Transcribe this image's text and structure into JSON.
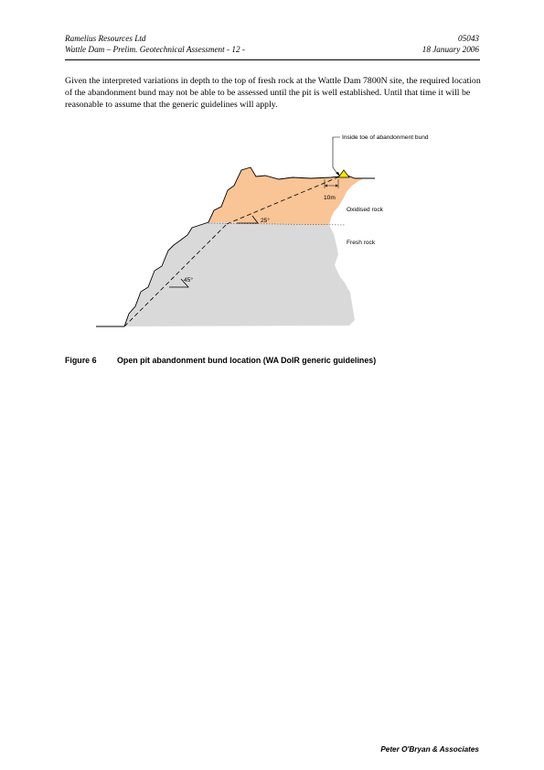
{
  "header": {
    "company": "Ramelius Resources Ltd",
    "document_title": "Wattle Dam – Prelim. Geotechnical Assessment  - 12 -",
    "report_number": "05043",
    "date": "18 January 2006"
  },
  "body": {
    "paragraph": "Given the interpreted variations in depth to the top of fresh rock at the Wattle Dam 7800N site, the required location of the abandonment bund may not be able to be assessed until the pit is well established.  Until that time it will be reasonable to assume that the generic guidelines will apply."
  },
  "figure": {
    "labels": {
      "bund_callout": "Inside toe of abandonment bund",
      "distance": "10m",
      "oxidised": "Oxidised rock",
      "fresh": "Fresh rock",
      "angle_oxidised": "25°",
      "angle_fresh": "45°"
    },
    "colors": {
      "oxidised_rock": "#f9c496",
      "fresh_rock": "#d9d9d9",
      "bund_marker": "#ffe600"
    },
    "caption_number": "Figure 6",
    "caption_text": "Open pit abandonment bund location (WA DoIR generic guidelines)"
  },
  "footer": {
    "firm": "Peter O'Bryan & Associates"
  }
}
